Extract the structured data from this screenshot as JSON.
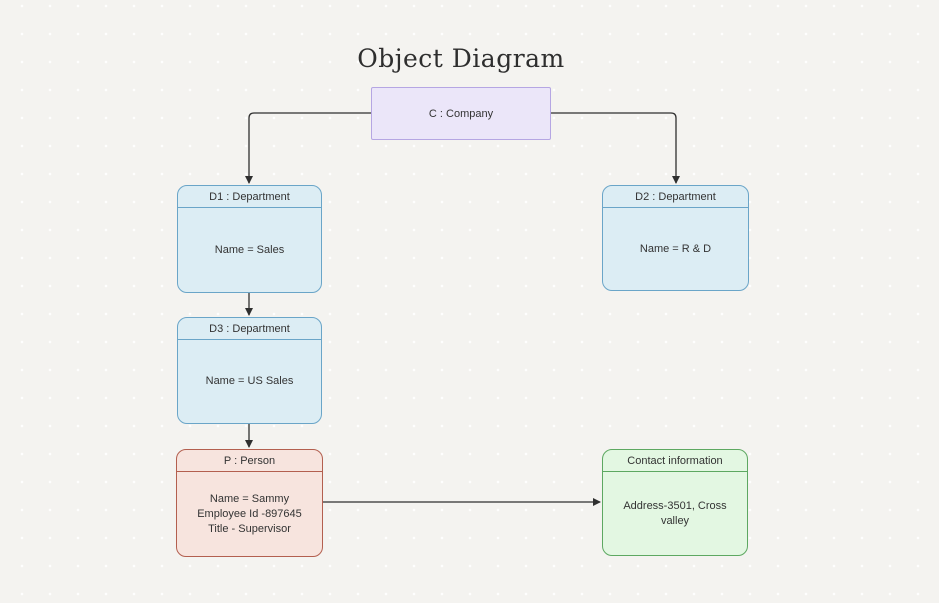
{
  "page": {
    "title": "Object Diagram"
  },
  "colors": {
    "background": "#f4f3f0",
    "line": "#2f2f2f",
    "company_fill": "#ebe6f9",
    "company_border": "#b5a6e3",
    "department_fill": "#dcedf4",
    "department_border": "#6aa5c8",
    "person_fill": "#f7e4de",
    "person_border": "#b35f4f",
    "contact_fill": "#e3f7e2",
    "contact_border": "#5da861"
  },
  "nodes": {
    "company": {
      "label": "C : Company"
    },
    "d1": {
      "header": "D1 : Department",
      "body": "Name = Sales"
    },
    "d2": {
      "header": "D2 : Department",
      "body": "Name = R & D"
    },
    "d3": {
      "header": "D3 : Department",
      "body": "Name = US Sales"
    },
    "person": {
      "header": "P : Person",
      "body": [
        "Name = Sammy",
        "Employee Id -897645",
        "Title - Supervisor"
      ]
    },
    "contact": {
      "header": "Contact information",
      "body": "Address-3501, Cross valley"
    }
  }
}
